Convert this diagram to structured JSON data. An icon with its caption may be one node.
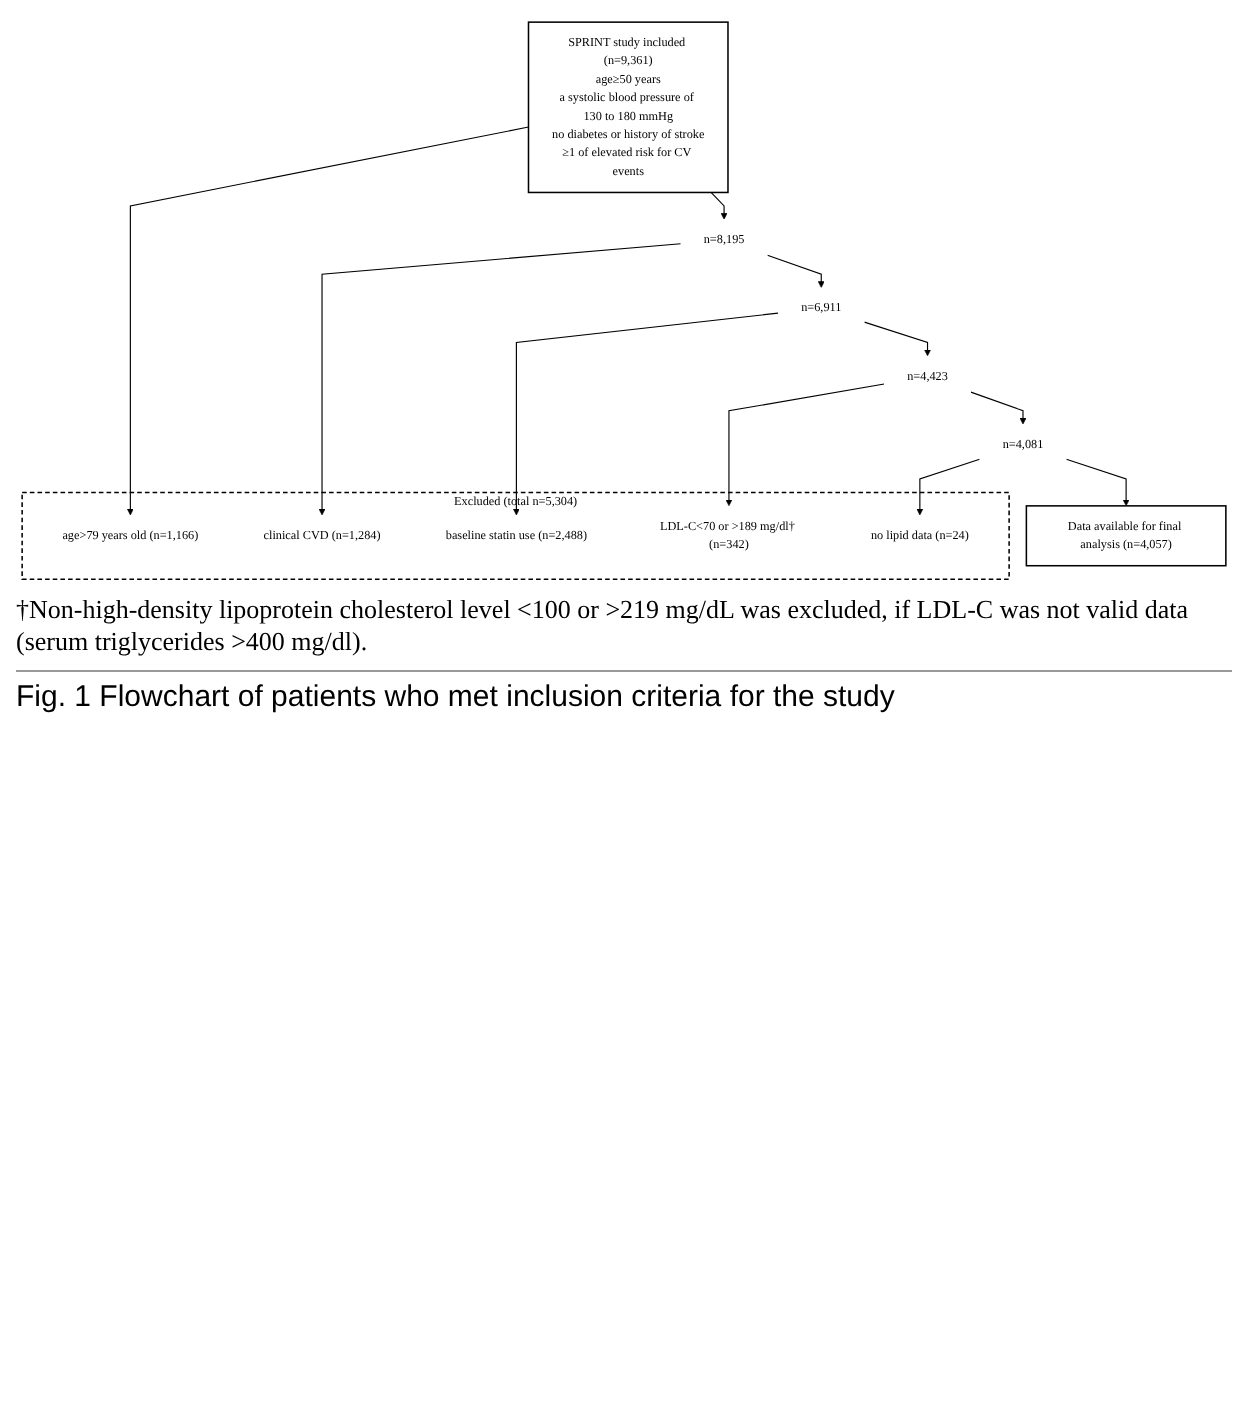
{
  "diagram": {
    "nodes": [
      {
        "text": [
          "SPRINT study included (n=9,361)",
          "age≥50 years",
          "a systolic blood pressure of 130 to 180 mmHg",
          "no diabetes or history of stroke",
          "≥1 of elevated risk for CV events"
        ]
      },
      {
        "text": [
          "Excluded (total n=5,304)"
        ]
      },
      {
        "text": [
          "age>79 years old (n=1,166)"
        ],
        "in": 1
      },
      {
        "text": [
          "clinical CVD (n=1,284)"
        ],
        "in": 1
      },
      {
        "text": [
          "baseline statin use (n=2,488)"
        ],
        "in": 1
      },
      {
        "text": [
          "LDL-C<70 or >189 mg/dl† (n=342)"
        ],
        "in": 1
      },
      {
        "text": [
          "no lipid data (n=24)"
        ],
        "in": 1
      },
      {
        "text": [
          "n=8,195"
        ]
      },
      {
        "text": [
          "n=6,911"
        ]
      },
      {
        "text": [
          "n=4,423"
        ]
      },
      {
        "text": [
          "n=4,081"
        ]
      },
      {
        "text": [
          "Data available for final analysis (n=4,057)"
        ]
      }
    ],
    "edges": [
      {
        "from": 0,
        "to": 7,
        "arrow": "to"
      },
      {
        "from": 0,
        "to": 2,
        "arrow": "to"
      },
      {
        "from": 7,
        "to": 8,
        "arrow": "to"
      },
      {
        "from": 7,
        "to": 3,
        "arrow": "to"
      },
      {
        "from": 8,
        "to": 9,
        "arrow": "to"
      },
      {
        "from": 8,
        "to": 4,
        "arrow": "to"
      },
      {
        "from": 9,
        "to": 10,
        "arrow": "to"
      },
      {
        "from": 9,
        "to": 5,
        "arrow": "to"
      },
      {
        "from": 10,
        "to": 11,
        "arrow": "to"
      },
      {
        "from": 10,
        "to": 6,
        "arrow": "to"
      }
    ],
    "labels": [
      "†Non-high-density lipoprotein cholesterol level <100 or >219 mg/dL was excluded, if LDL-C was not valid data (serum triglycerides >400 mg/dl)."
    ],
    "caption": "Fig. 1 Flowchart of patients who met inclusion criteria for the study"
  }
}
